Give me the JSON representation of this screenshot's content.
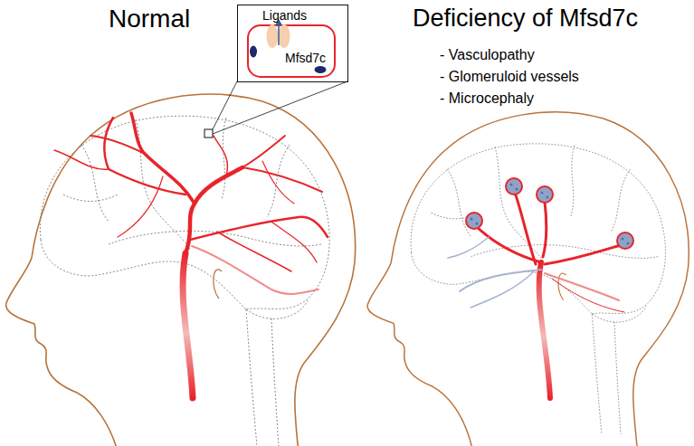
{
  "diagram": {
    "nodes": [
      {
        "text": [
          "Ligands",
          "Mfsd7c"
        ]
      }
    ],
    "labels": [
      "Normal",
      "Deficiency of Mfsd7c",
      "- Vasculopathy",
      "- Glomeruloid vessels",
      "- Microcephaly"
    ]
  }
}
